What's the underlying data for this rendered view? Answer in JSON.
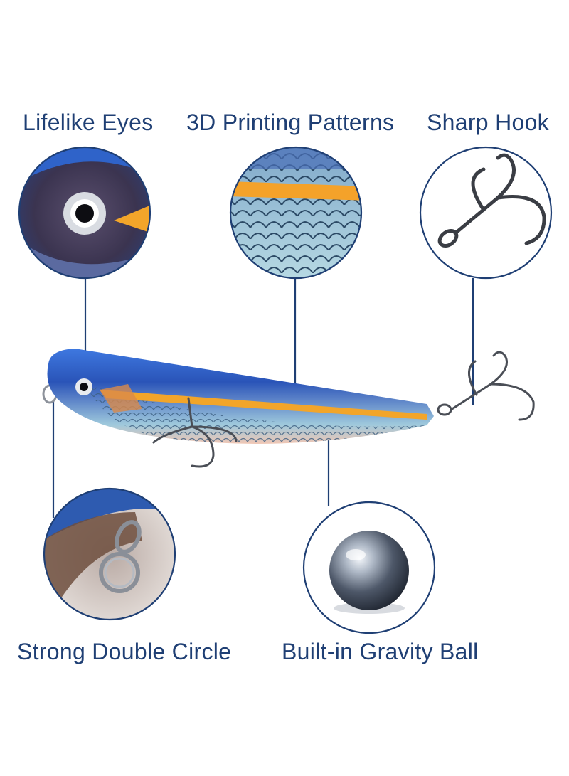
{
  "features": {
    "eyes": "Lifelike Eyes",
    "patterns": "3D Printing Patterns",
    "hook": "Sharp Hook",
    "ring": "Strong Double Circle",
    "ball": "Built-in Gravity Ball"
  },
  "colors": {
    "label_text": "#1f3f74",
    "callout_line": "#1f3f74",
    "lure_body_blue": "#2f5fc4",
    "lure_stripe": "#f2a52a",
    "lure_scales": "#8cc7d9"
  },
  "icons": [
    "lure-eye-closeup",
    "scale-pattern-closeup",
    "treble-hook-icon",
    "split-ring-icon",
    "steel-ball-icon",
    "fishing-lure"
  ]
}
